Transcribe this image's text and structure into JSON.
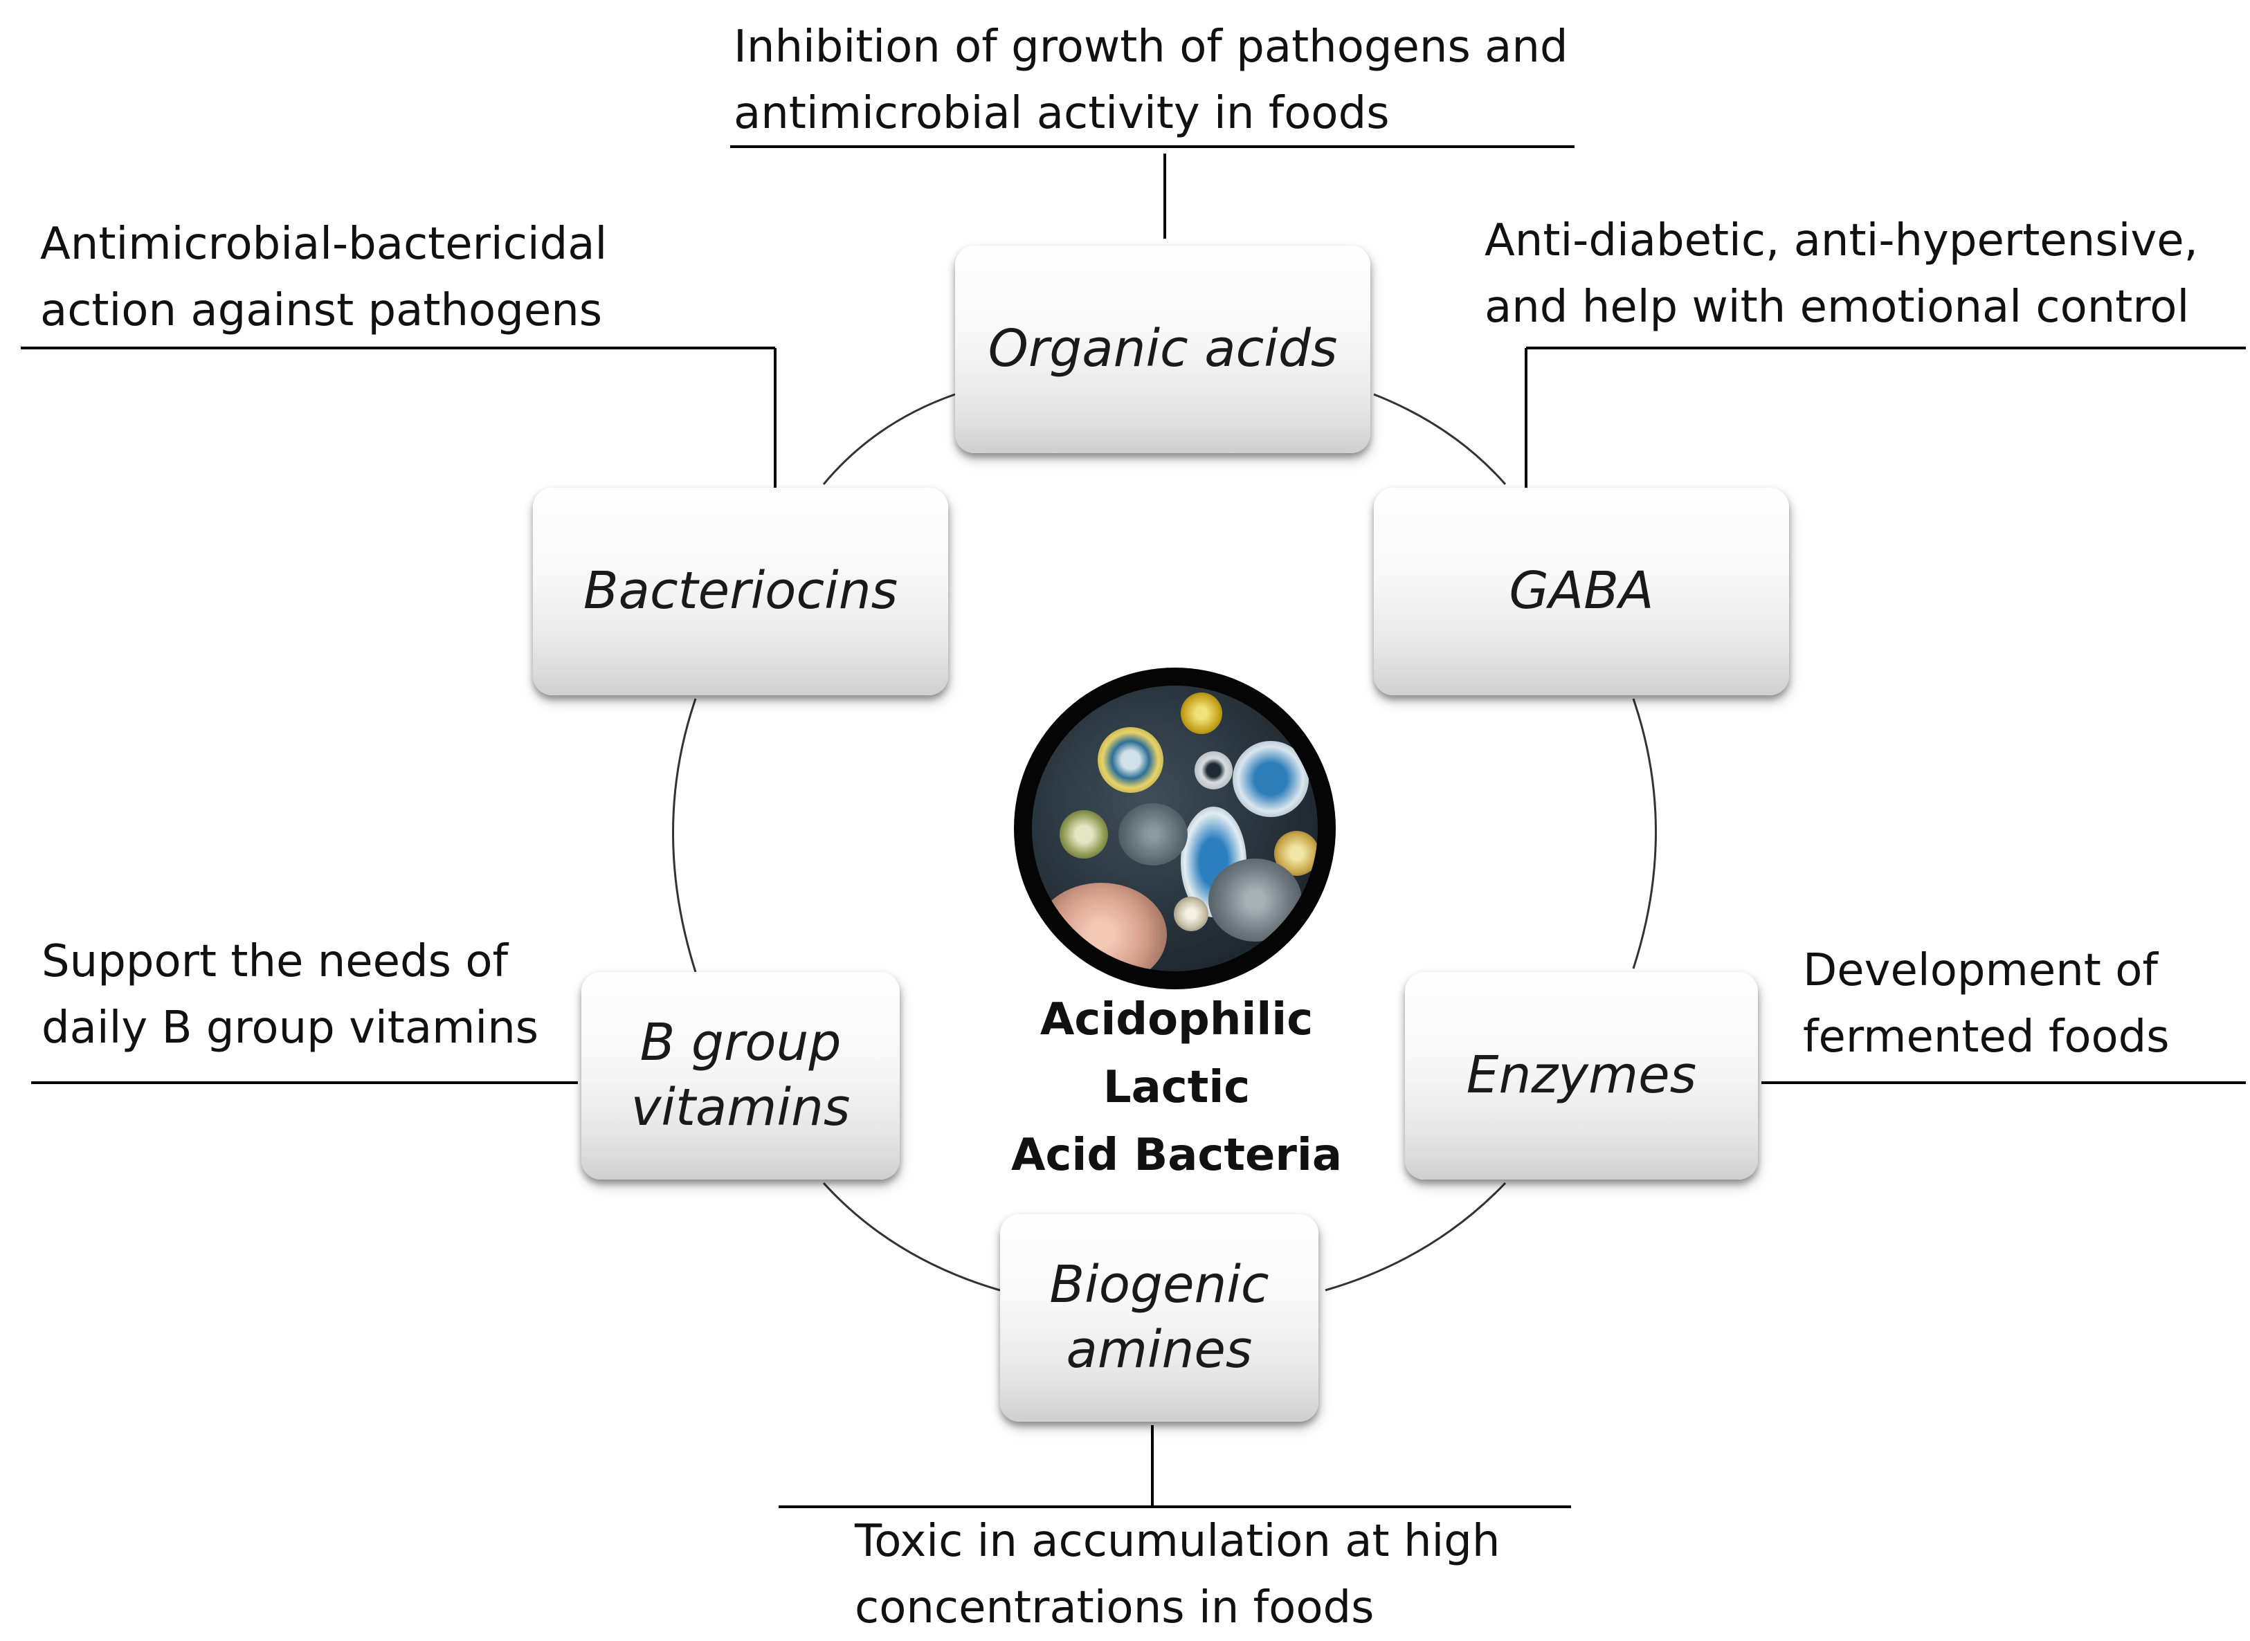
{
  "center": {
    "label": "Acidophilic Lactic\nAcid Bacteria",
    "image": "petri-dish-with-bacterial-colonies"
  },
  "nodes": {
    "organic_acids": "Organic acids",
    "gaba": "GABA",
    "enzymes": "Enzymes",
    "biogenic_amines": "Biogenic\namines",
    "b_group_vitamins": "B group\nvitamins",
    "bacteriocins": "Bacteriocins"
  },
  "notes": {
    "organic_acids": "Inhibition of growth of pathogens and\nantimicrobial activity in foods",
    "gaba": "Anti-diabetic,  anti-hypertensive,\nand help with emotional control",
    "enzymes": "Development of\nfermented foods",
    "biogenic_amines": "Toxic in accumulation at high\nconcentrations in foods",
    "b_group_vitamins": "Support the needs of\ndaily B group vitamins",
    "bacteriocins": "Antimicrobial-bactericidal\naction against pathogens"
  },
  "colors": {
    "line": "#000000",
    "ring": "#333333",
    "node_top": "#ffffff",
    "node_bottom": "#cfcfcf",
    "dish_rim": "#050505"
  }
}
